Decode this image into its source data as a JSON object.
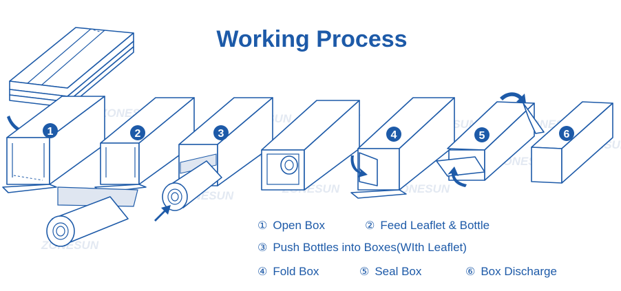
{
  "title": "Working Process",
  "watermark": "ZONESUN",
  "accent_color": "#1d5aa8",
  "steps": [
    {
      "badge": "1"
    },
    {
      "badge": "2"
    },
    {
      "badge": "3"
    },
    {
      "badge": "4"
    },
    {
      "badge": "5"
    },
    {
      "badge": "6"
    }
  ],
  "legend": {
    "row1": [
      {
        "num": "①",
        "label": "Open Box"
      },
      {
        "num": "②",
        "label": "Feed Leaflet & Bottle"
      }
    ],
    "row2": [
      {
        "num": "③",
        "label": "Push Bottles into Boxes(WIth Leaflet)"
      }
    ],
    "row3": [
      {
        "num": "④",
        "label": "Fold Box"
      },
      {
        "num": "⑤",
        "label": "Seal Box"
      },
      {
        "num": "⑥",
        "label": "Box Discharge"
      }
    ]
  }
}
